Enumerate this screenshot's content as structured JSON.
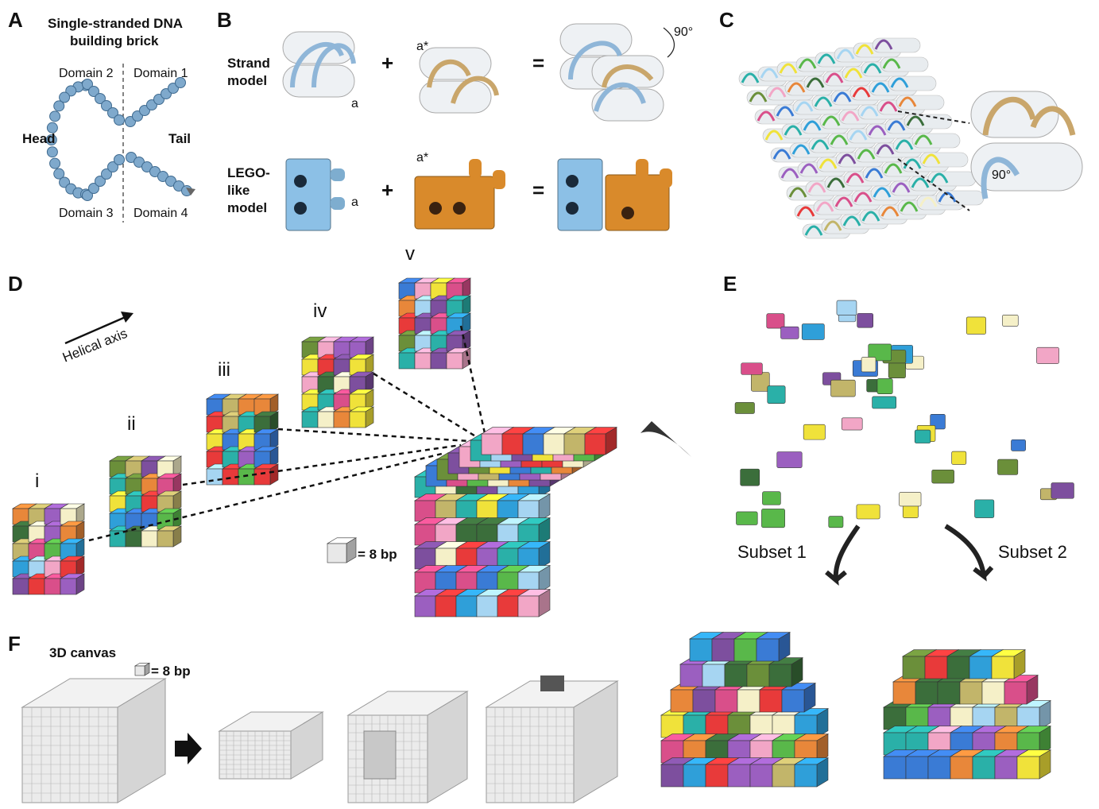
{
  "panels": {
    "a": {
      "letter": "A",
      "title_line1": "Single-stranded DNA",
      "title_line2": "building brick",
      "domain2": "Domain 2",
      "domain1": "Domain 1",
      "domain3": "Domain 3",
      "domain4": "Domain 4",
      "head": "Head",
      "tail": "Tail"
    },
    "b": {
      "letter": "B",
      "strand_line1": "Strand",
      "strand_line2": "model",
      "lego_line1": "LEGO-",
      "lego_line2": "like",
      "lego_line3": "model",
      "label_a": "a",
      "label_astar": "a*",
      "angle": "90°",
      "plus": "+",
      "equals": "="
    },
    "c": {
      "letter": "C",
      "angle": "90°"
    },
    "d": {
      "letter": "D",
      "axis_label": "Helical axis",
      "layers": [
        "i",
        "ii",
        "iii",
        "iv",
        "v"
      ],
      "unit": "= 8 bp"
    },
    "e": {
      "letter": "E",
      "subset1": "Subset 1",
      "subset2": "Subset 2"
    },
    "f": {
      "letter": "F",
      "canvas": "3D canvas",
      "unit": "= 8 bp"
    }
  },
  "colors": {
    "strand_blue": "#8fb6d8",
    "strand_tan": "#c9a66b",
    "lego_blue": "#8cc0e6",
    "lego_orange": "#d98a2b",
    "bead": "#7fa9cc",
    "gray_cube": "#e8e8e8",
    "palette": [
      "#e83a3a",
      "#f0e23a",
      "#3a7bd5",
      "#59b84a",
      "#e8873a",
      "#9b5fc0",
      "#f2a6c6",
      "#2ab0a8",
      "#a6d5f2",
      "#6b8f3a",
      "#d94f8a",
      "#f5f0c8",
      "#3b6e3b",
      "#c2b56a",
      "#7d4f9e",
      "#2f9fd9"
    ]
  }
}
